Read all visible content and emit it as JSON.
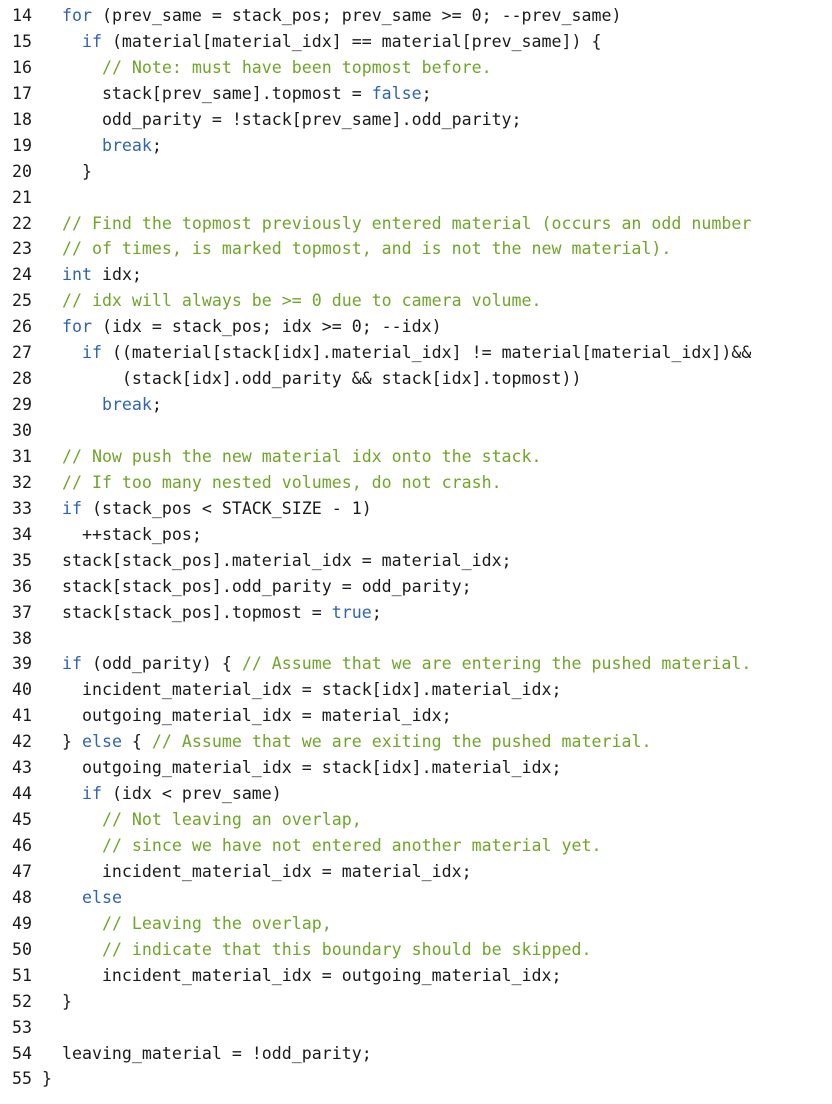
{
  "colors": {
    "keyword": "#2f63b3",
    "comment": "#6fa52a",
    "text": "#1a1a1a",
    "background": "#ffffff"
  },
  "code": {
    "lines": [
      {
        "number": "14",
        "tokens": [
          {
            "t": "  "
          },
          {
            "t": "for",
            "c": "keyword"
          },
          {
            "t": " (prev_same = stack_pos; prev_same >= 0; --prev_same)"
          }
        ]
      },
      {
        "number": "15",
        "tokens": [
          {
            "t": "    "
          },
          {
            "t": "if",
            "c": "keyword"
          },
          {
            "t": " (material[material_idx] == material[prev_same]) {"
          }
        ]
      },
      {
        "number": "16",
        "tokens": [
          {
            "t": "      "
          },
          {
            "t": "// Note: must have been topmost before.",
            "c": "comment"
          }
        ]
      },
      {
        "number": "17",
        "tokens": [
          {
            "t": "      stack[prev_same].topmost = "
          },
          {
            "t": "false",
            "c": "keyword"
          },
          {
            "t": ";"
          }
        ]
      },
      {
        "number": "18",
        "tokens": [
          {
            "t": "      odd_parity = !stack[prev_same].odd_parity;"
          }
        ]
      },
      {
        "number": "19",
        "tokens": [
          {
            "t": "      "
          },
          {
            "t": "break",
            "c": "keyword"
          },
          {
            "t": ";"
          }
        ]
      },
      {
        "number": "20",
        "tokens": [
          {
            "t": "    }"
          }
        ]
      },
      {
        "number": "21",
        "tokens": []
      },
      {
        "number": "22",
        "tokens": [
          {
            "t": "  "
          },
          {
            "t": "// Find the topmost previously entered material (occurs an odd number",
            "c": "comment"
          }
        ]
      },
      {
        "number": "23",
        "tokens": [
          {
            "t": "  "
          },
          {
            "t": "// of times, is marked topmost, and is not the new material).",
            "c": "comment"
          }
        ]
      },
      {
        "number": "24",
        "tokens": [
          {
            "t": "  "
          },
          {
            "t": "int",
            "c": "keyword"
          },
          {
            "t": " idx;"
          }
        ]
      },
      {
        "number": "25",
        "tokens": [
          {
            "t": "  "
          },
          {
            "t": "// idx will always be >= 0 due to camera volume.",
            "c": "comment"
          }
        ]
      },
      {
        "number": "26",
        "tokens": [
          {
            "t": "  "
          },
          {
            "t": "for",
            "c": "keyword"
          },
          {
            "t": " (idx = stack_pos; idx >= 0; --idx)"
          }
        ]
      },
      {
        "number": "27",
        "tokens": [
          {
            "t": "    "
          },
          {
            "t": "if",
            "c": "keyword"
          },
          {
            "t": " ((material[stack[idx].material_idx] != material[material_idx])&&"
          }
        ]
      },
      {
        "number": "28",
        "tokens": [
          {
            "t": "        (stack[idx].odd_parity && stack[idx].topmost))"
          }
        ]
      },
      {
        "number": "29",
        "tokens": [
          {
            "t": "      "
          },
          {
            "t": "break",
            "c": "keyword"
          },
          {
            "t": ";"
          }
        ]
      },
      {
        "number": "30",
        "tokens": []
      },
      {
        "number": "31",
        "tokens": [
          {
            "t": "  "
          },
          {
            "t": "// Now push the new material idx onto the stack.",
            "c": "comment"
          }
        ]
      },
      {
        "number": "32",
        "tokens": [
          {
            "t": "  "
          },
          {
            "t": "// If too many nested volumes, do not crash.",
            "c": "comment"
          }
        ]
      },
      {
        "number": "33",
        "tokens": [
          {
            "t": "  "
          },
          {
            "t": "if",
            "c": "keyword"
          },
          {
            "t": " (stack_pos < STACK_SIZE - 1)"
          }
        ]
      },
      {
        "number": "34",
        "tokens": [
          {
            "t": "    ++stack_pos;"
          }
        ]
      },
      {
        "number": "35",
        "tokens": [
          {
            "t": "  stack[stack_pos].material_idx = material_idx;"
          }
        ]
      },
      {
        "number": "36",
        "tokens": [
          {
            "t": "  stack[stack_pos].odd_parity = odd_parity;"
          }
        ]
      },
      {
        "number": "37",
        "tokens": [
          {
            "t": "  stack[stack_pos].topmost = "
          },
          {
            "t": "true",
            "c": "keyword"
          },
          {
            "t": ";"
          }
        ]
      },
      {
        "number": "38",
        "tokens": []
      },
      {
        "number": "39",
        "tokens": [
          {
            "t": "  "
          },
          {
            "t": "if",
            "c": "keyword"
          },
          {
            "t": " (odd_parity) { "
          },
          {
            "t": "// Assume that we are entering the pushed material.",
            "c": "comment"
          }
        ]
      },
      {
        "number": "40",
        "tokens": [
          {
            "t": "    incident_material_idx = stack[idx].material_idx;"
          }
        ]
      },
      {
        "number": "41",
        "tokens": [
          {
            "t": "    outgoing_material_idx = material_idx;"
          }
        ]
      },
      {
        "number": "42",
        "tokens": [
          {
            "t": "  } "
          },
          {
            "t": "else",
            "c": "keyword"
          },
          {
            "t": " { "
          },
          {
            "t": "// Assume that we are exiting the pushed material.",
            "c": "comment"
          }
        ]
      },
      {
        "number": "43",
        "tokens": [
          {
            "t": "    outgoing_material_idx = stack[idx].material_idx;"
          }
        ]
      },
      {
        "number": "44",
        "tokens": [
          {
            "t": "    "
          },
          {
            "t": "if",
            "c": "keyword"
          },
          {
            "t": " (idx < prev_same)"
          }
        ]
      },
      {
        "number": "45",
        "tokens": [
          {
            "t": "      "
          },
          {
            "t": "// Not leaving an overlap,",
            "c": "comment"
          }
        ]
      },
      {
        "number": "46",
        "tokens": [
          {
            "t": "      "
          },
          {
            "t": "// since we have not entered another material yet.",
            "c": "comment"
          }
        ]
      },
      {
        "number": "47",
        "tokens": [
          {
            "t": "      incident_material_idx = material_idx;"
          }
        ]
      },
      {
        "number": "48",
        "tokens": [
          {
            "t": "    "
          },
          {
            "t": "else",
            "c": "keyword"
          }
        ]
      },
      {
        "number": "49",
        "tokens": [
          {
            "t": "      "
          },
          {
            "t": "// Leaving the overlap,",
            "c": "comment"
          }
        ]
      },
      {
        "number": "50",
        "tokens": [
          {
            "t": "      "
          },
          {
            "t": "// indicate that this boundary should be skipped.",
            "c": "comment"
          }
        ]
      },
      {
        "number": "51",
        "tokens": [
          {
            "t": "      incident_material_idx = outgoing_material_idx;"
          }
        ]
      },
      {
        "number": "52",
        "tokens": [
          {
            "t": "  }"
          }
        ]
      },
      {
        "number": "53",
        "tokens": []
      },
      {
        "number": "54",
        "tokens": [
          {
            "t": "  leaving_material = !odd_parity;"
          }
        ]
      },
      {
        "number": "55",
        "tokens": [
          {
            "t": "}"
          }
        ]
      }
    ]
  }
}
